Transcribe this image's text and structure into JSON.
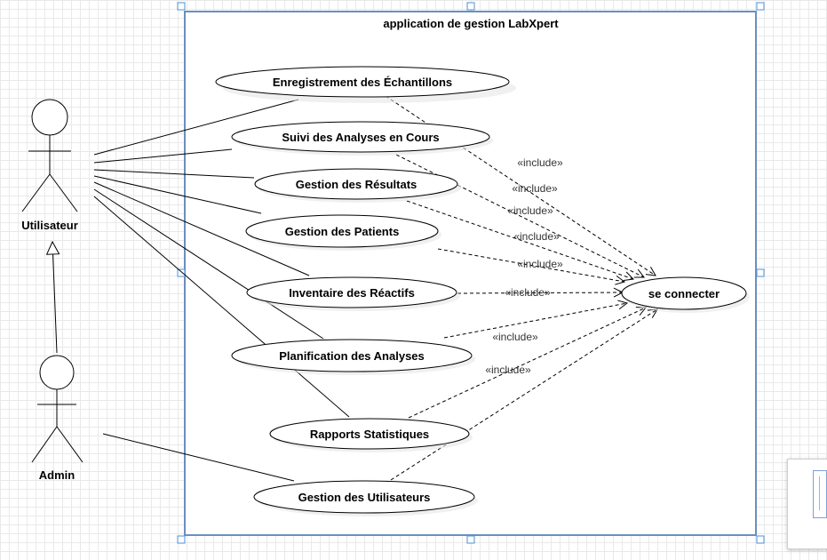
{
  "system": {
    "title": "application de gestion LabXpert"
  },
  "actors": [
    {
      "id": "utilisateur",
      "label": "Utilisateur"
    },
    {
      "id": "admin",
      "label": "Admin"
    }
  ],
  "use_cases": [
    {
      "id": "enregistrement",
      "label": "Enregistrement des Échantillons"
    },
    {
      "id": "suivi",
      "label": "Suivi des Analyses en Cours"
    },
    {
      "id": "resultats",
      "label": "Gestion des Résultats"
    },
    {
      "id": "patients",
      "label": "Gestion des Patients"
    },
    {
      "id": "inventaire",
      "label": "Inventaire des Réactifs"
    },
    {
      "id": "planification",
      "label": "Planification des Analyses"
    },
    {
      "id": "rapports",
      "label": "Rapports Statistiques"
    },
    {
      "id": "utilisateurs",
      "label": "Gestion des Utilisateurs"
    },
    {
      "id": "connecter",
      "label": "se connecter"
    }
  ],
  "include_label": "«include»",
  "associations": [
    [
      "utilisateur",
      "enregistrement"
    ],
    [
      "utilisateur",
      "suivi"
    ],
    [
      "utilisateur",
      "resultats"
    ],
    [
      "utilisateur",
      "patients"
    ],
    [
      "utilisateur",
      "inventaire"
    ],
    [
      "utilisateur",
      "planification"
    ],
    [
      "utilisateur",
      "rapports"
    ],
    [
      "admin",
      "utilisateurs"
    ]
  ],
  "generalizations": [
    [
      "admin",
      "utilisateur"
    ]
  ],
  "includes": [
    [
      "enregistrement",
      "connecter"
    ],
    [
      "suivi",
      "connecter"
    ],
    [
      "resultats",
      "connecter"
    ],
    [
      "patients",
      "connecter"
    ],
    [
      "inventaire",
      "connecter"
    ],
    [
      "planification",
      "connecter"
    ],
    [
      "rapports",
      "connecter"
    ],
    [
      "utilisateurs",
      "connecter"
    ]
  ],
  "colors": {
    "system_border": "#6c8ebf",
    "handle": "#4a90d9",
    "line": "#000000"
  }
}
